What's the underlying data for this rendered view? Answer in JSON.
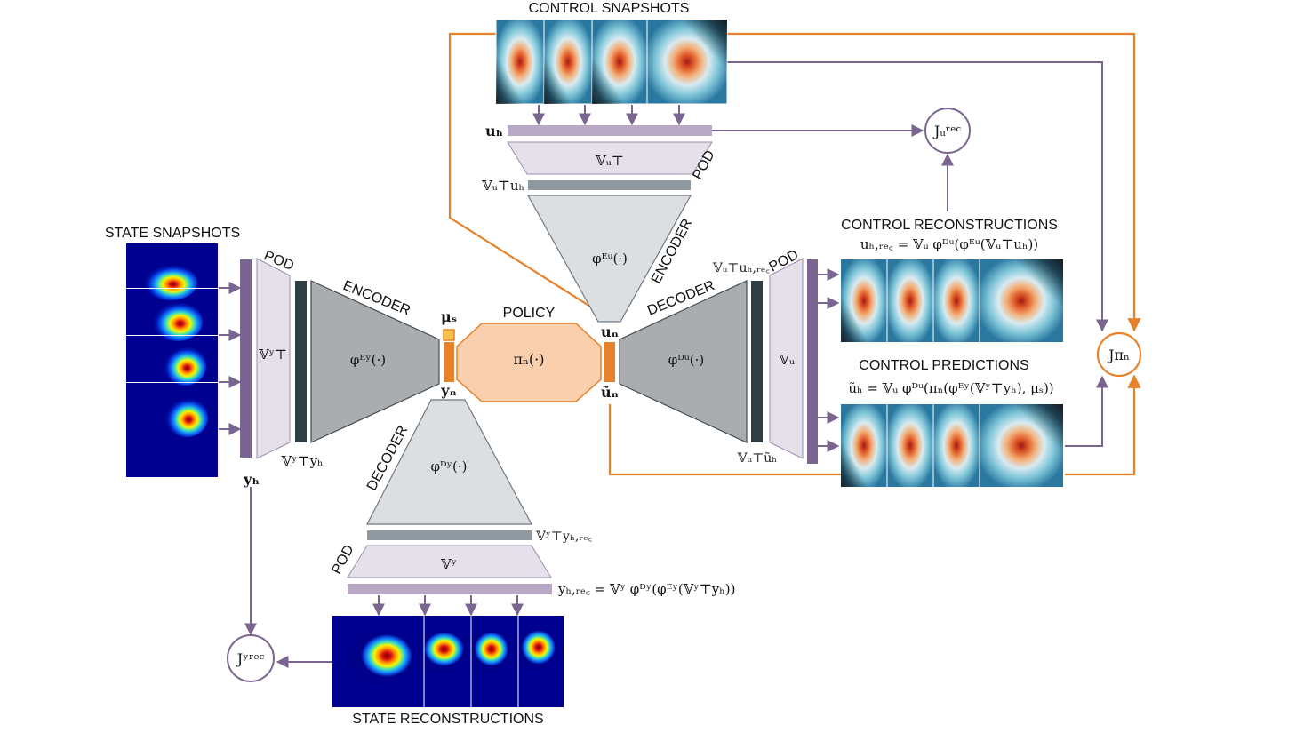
{
  "labels": {
    "control_snapshots": "CONTROL SNAPSHOTS",
    "state_snapshots": "STATE SNAPSHOTS",
    "control_reconstructions": "CONTROL RECONSTRUCTIONS",
    "control_predictions": "CONTROL PREDICTIONS",
    "state_reconstructions": "STATE RECONSTRUCTIONS",
    "policy": "POLICY",
    "encoder": "ENCODER",
    "decoder": "DECODER",
    "pod": "POD"
  },
  "math": {
    "u_h": "uₕ",
    "VuT": "𝕍ᵤ⊤",
    "VuT_uh": "𝕍ᵤ⊤uₕ",
    "phi_E_u": "φᴱᵘ(·)",
    "u_N": "uₙ",
    "u_tilde_N": "ũₙ",
    "VuT_uh_rec": "𝕍ᵤ⊤uₕ,ᵣₑ꜀",
    "phi_D_u": "φᴰᵘ(·)",
    "V_u": "𝕍ᵤ",
    "VuT_u_tilde_h": "𝕍ᵤ⊤ũₕ",
    "u_h_rec_eq": "uₕ,ᵣₑ꜀ = 𝕍ᵤ φᴰᵘ(φᴱᵘ(𝕍ᵤ⊤uₕ))",
    "u_tilde_h_eq": "ũₕ = 𝕍ᵤ φᴰᵘ(πₙ(φᴱʸ(𝕍ʸ⊤yₕ), μₛ))",
    "J_rec_u": "Jᵤʳᵉᶜ",
    "J_pi_N": "Jπₙ",
    "J_rec_y": "Jʸʳᵉᶜ",
    "VyT": "𝕍ʸ⊤",
    "VyT_yh": "𝕍ʸ⊤yₕ",
    "phi_E_y": "φᴱʸ(·)",
    "mu_s": "μₛ",
    "y_N": "yₙ",
    "pi_N": "πₙ(·)",
    "phi_D_y": "φᴰʸ(·)",
    "VyT_yh_rec": "𝕍ʸ⊤yₕ,ᵣₑ꜀",
    "V_y": "𝕍ʸ",
    "y_h_rec_eq": "yₕ,ᵣₑ꜀ = 𝕍ʸ φᴰʸ(φᴱʸ(𝕍ʸ⊤yₕ))",
    "y_h": "yₕ"
  },
  "colors": {
    "purple": "#7a6590",
    "orange": "#e8822a",
    "encoder_fill": "#a9adb0",
    "decoder_fill": "#dcdfe2",
    "pod_fill": "#e6e0eb",
    "latent_bar": "#2f3e45",
    "policy_fill": "#f9cfae"
  }
}
